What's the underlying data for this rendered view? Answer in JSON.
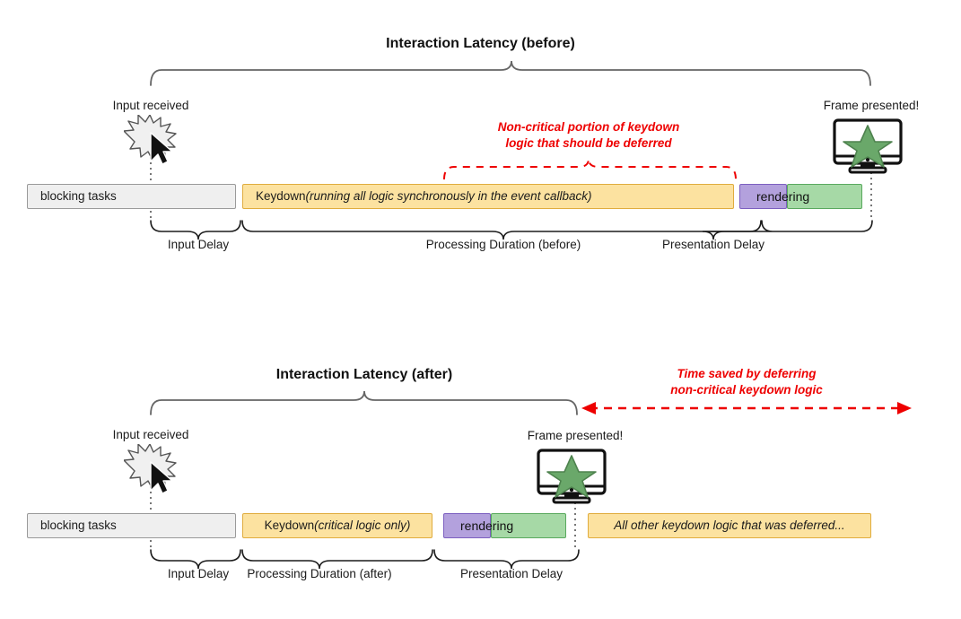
{
  "page": {
    "background": "#ffffff",
    "accent_red": "#ee0000",
    "yellow": "#fce2a0",
    "yellow_border": "#e0ac3e",
    "purple": "#b3a1dd",
    "purple_border": "#7c5fc0",
    "green": "#a6d9a6",
    "green_border": "#5aa95f",
    "grey": "#efefef",
    "grey_border": "#9a9a9a",
    "star_color": "#6aa86a"
  },
  "diagram_before": {
    "title": "Interaction Latency (before)",
    "input_label": "Input received",
    "frame_label": "Frame presented!",
    "red_note_line1": "Non-critical portion of keydown",
    "red_note_line2": "logic that should be deferred",
    "bars": [
      {
        "name": "blocking-tasks",
        "label": "blocking tasks"
      },
      {
        "name": "keydown",
        "label_plain": "Keydown ",
        "label_italic": "(running all logic synchronously in the event callback)"
      },
      {
        "name": "presentation-purple",
        "label": ""
      },
      {
        "name": "rendering-green",
        "label": "rendering"
      }
    ],
    "phase_labels": [
      "Input Delay",
      "Processing Duration (before)",
      "Presentation Delay"
    ]
  },
  "diagram_after": {
    "title": "Interaction Latency (after)",
    "input_label": "Input received",
    "frame_label": "Frame presented!",
    "red_note_line1": "Time saved by deferring",
    "red_note_line2": "non-critical keydown logic",
    "bars": [
      {
        "name": "blocking-tasks",
        "label": "blocking tasks"
      },
      {
        "name": "keydown",
        "label_plain": "Keydown ",
        "label_italic": "(critical logic only)"
      },
      {
        "name": "presentation-purple",
        "label": ""
      },
      {
        "name": "rendering-green",
        "label": "rendering"
      },
      {
        "name": "deferred-work",
        "label_italic": "All other keydown logic that was deferred..."
      }
    ],
    "phase_labels": [
      "Input Delay",
      "Processing Duration (after)",
      "Presentation Delay"
    ]
  },
  "icons": {
    "burst": "burst-icon",
    "cursor": "mouse-cursor-icon",
    "monitor": "monitor-icon",
    "star": "star-icon",
    "arrow_left": "arrow-left-icon",
    "arrow_right": "arrow-right-icon"
  }
}
